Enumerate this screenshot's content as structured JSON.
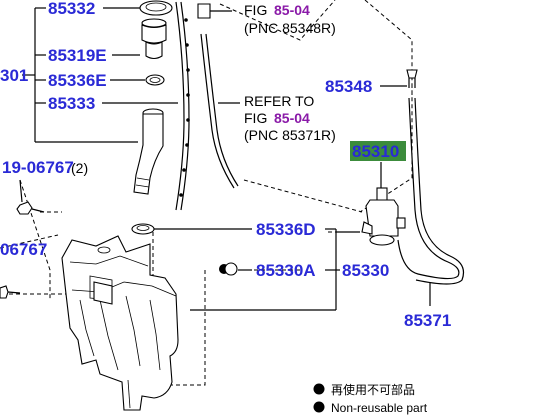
{
  "parts": {
    "p85332": "85332",
    "p85319E": "85319E",
    "p85301_partial": "301",
    "p85336E": "85336E",
    "p85333": "85333",
    "p85348": "85348",
    "p85310": "85310",
    "p85336D": "85336D",
    "p85330A": "85330A",
    "p85330": "85330",
    "p85371": "85371",
    "p1906767_partial": "19-06767",
    "p1906767_qty": "(2)",
    "p06767_partial": "06767"
  },
  "refs": {
    "top": {
      "fig_prefix": "FIG ",
      "fig_num": "85-04",
      "pnc": "(PNC 85348R)"
    },
    "mid": {
      "line1": "REFER TO",
      "fig_prefix": "FIG ",
      "fig_num": "85-04",
      "pnc": "(PNC 85371R)"
    }
  },
  "legend": {
    "jp": "再使用不可部品",
    "en": "Non-reusable part"
  },
  "colors": {
    "part_number": "#2a2ad6",
    "fig_ref": "#8a1aa8",
    "highlight_bg": "#3c8c3c"
  }
}
